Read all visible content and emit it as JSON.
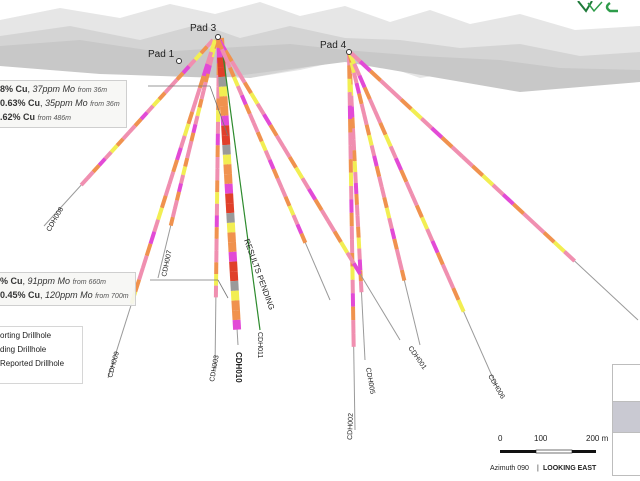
{
  "pads": [
    {
      "id": "pad1",
      "label": "Pad 1"
    },
    {
      "id": "pad3",
      "label": "Pad 3"
    },
    {
      "id": "pad4",
      "label": "Pad 4"
    }
  ],
  "holes": [
    {
      "id": "CDH008",
      "label": "CDH008",
      "status": "reported"
    },
    {
      "id": "CDH007",
      "label": "CDH007",
      "status": "reported"
    },
    {
      "id": "CDH009",
      "label": "CDH009",
      "status": "reported"
    },
    {
      "id": "CDH003",
      "label": "CDH003",
      "status": "reported"
    },
    {
      "id": "CDH010",
      "label": "CDH010",
      "status": "reporting"
    },
    {
      "id": "CDH011",
      "label": "CDH011",
      "status": "pending"
    },
    {
      "id": "CDH005",
      "label": "CDH005",
      "status": "reported"
    },
    {
      "id": "CDH002",
      "label": "CDH002",
      "status": "reported"
    },
    {
      "id": "CDH001",
      "label": "CDH001",
      "status": "reported"
    },
    {
      "id": "CDH006",
      "label": "CDH006",
      "status": "reported"
    }
  ],
  "results_pending": "RESULTS PENDING",
  "callout_top": [
    {
      "value": "8% Cu",
      "mo": "37ppm Mo",
      "from": "from 36m"
    },
    {
      "value": "0.63% Cu",
      "mo": "35ppm Mo",
      "from": "from 36m"
    },
    {
      "value": ".62% Cu",
      "mo": "",
      "from": "from 486m"
    }
  ],
  "callout_bottom": [
    {
      "value": "% Cu",
      "mo": "91ppm Mo",
      "from": "from 660m"
    },
    {
      "value": "0.45% Cu",
      "mo": "120ppm Mo",
      "from": "from 700m"
    }
  ],
  "legend": {
    "items": [
      {
        "label": "orting Drillhole",
        "color": "#222222"
      },
      {
        "label": "ding Drillhole",
        "color": "#1f7a1f"
      },
      {
        "label": "Reported Drillhole",
        "color": "#888888"
      }
    ]
  },
  "scale": {
    "ticks": [
      "0",
      "100",
      "200 m"
    ]
  },
  "orientation": {
    "azimuth": "Azimuth 090",
    "separator": "|",
    "looking": "LOOKING EAST"
  },
  "colors": {
    "hot_pink": "#e24ad6",
    "pink": "#f08fb0",
    "orange": "#f0924e",
    "red": "#e0402a",
    "yellow": "#f2ee52",
    "grey": "#9a9a9a",
    "green": "#2e8b2e"
  }
}
